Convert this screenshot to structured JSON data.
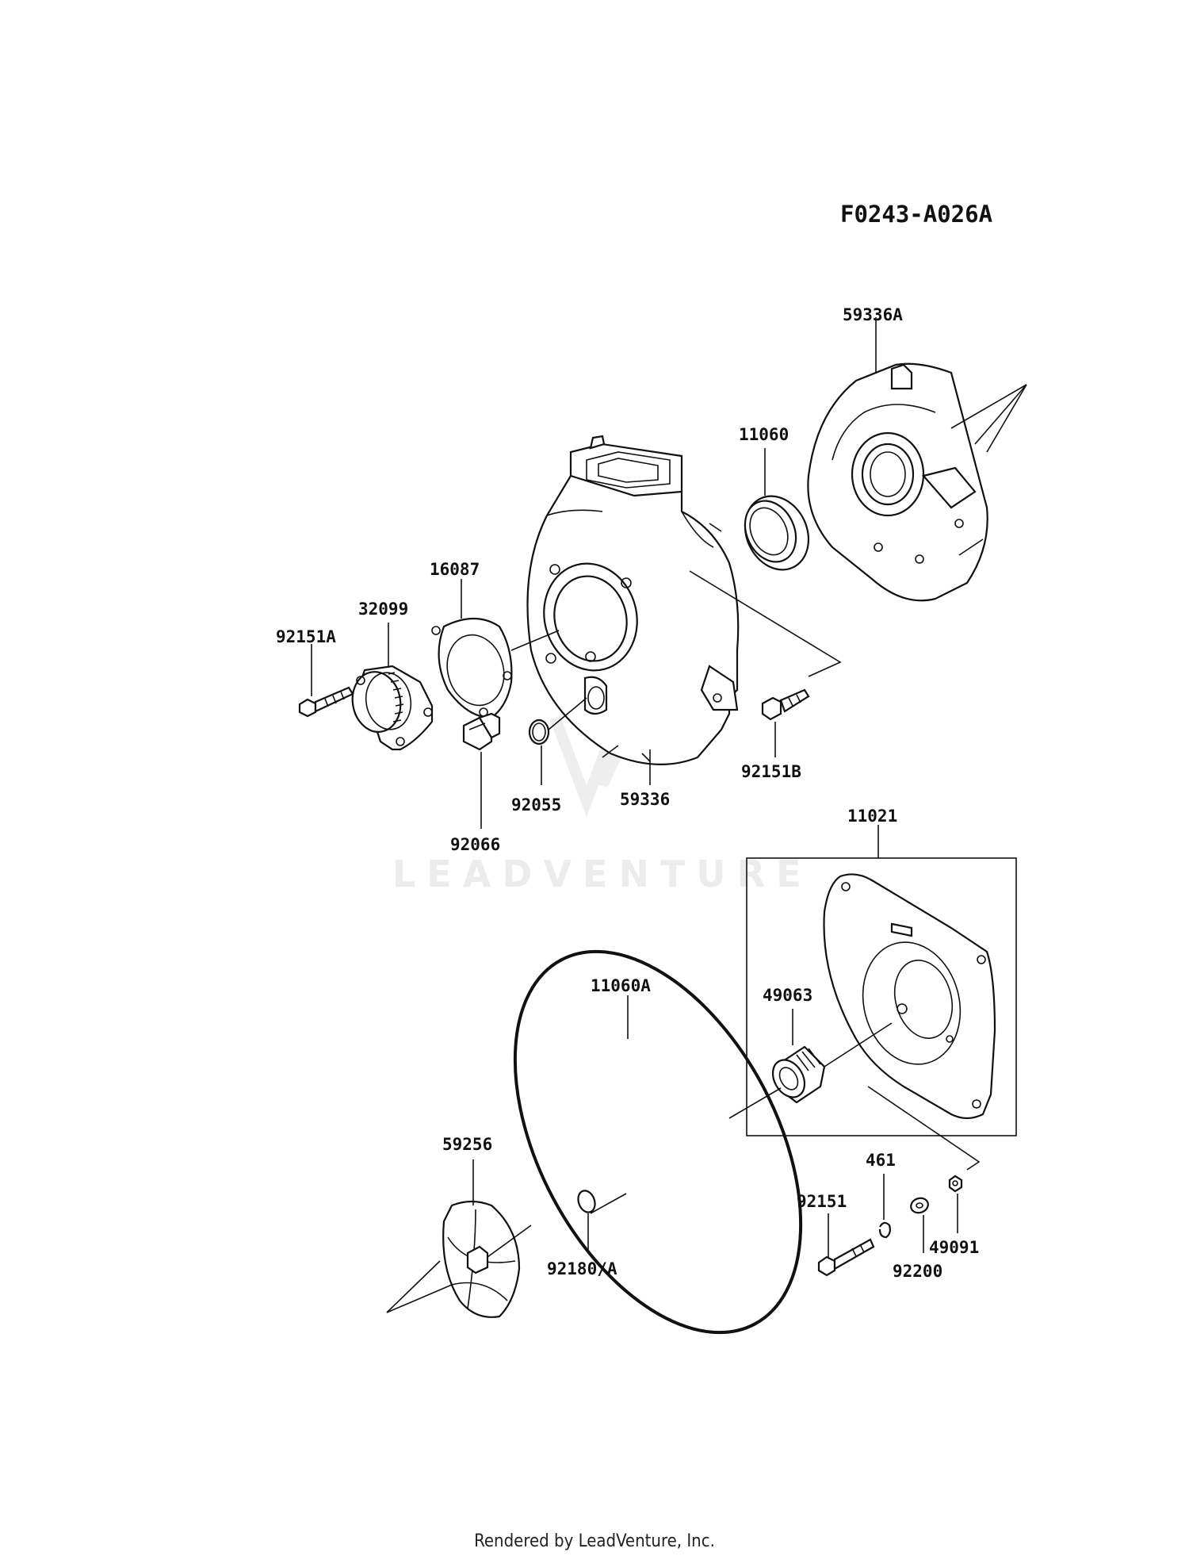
{
  "diagram_code": "F0243-A026A",
  "watermark": "LEADVENTURE",
  "footer": "Rendered by LeadVenture, Inc.",
  "parts": [
    {
      "id": "p59336A",
      "label": "59336A"
    },
    {
      "id": "p11060",
      "label": "11060"
    },
    {
      "id": "p16087",
      "label": "16087"
    },
    {
      "id": "p32099",
      "label": "32099"
    },
    {
      "id": "p92151A",
      "label": "92151A"
    },
    {
      "id": "p92055",
      "label": "92055"
    },
    {
      "id": "p59336",
      "label": "59336"
    },
    {
      "id": "p92151B",
      "label": "92151B"
    },
    {
      "id": "p92066",
      "label": "92066"
    },
    {
      "id": "p11021",
      "label": "11021"
    },
    {
      "id": "p11060A",
      "label": "11060A"
    },
    {
      "id": "p49063",
      "label": "49063"
    },
    {
      "id": "p59256",
      "label": "59256"
    },
    {
      "id": "p461",
      "label": "461"
    },
    {
      "id": "p92151",
      "label": "92151"
    },
    {
      "id": "p92180A",
      "label": "92180/A"
    },
    {
      "id": "p49091",
      "label": "49091"
    },
    {
      "id": "p92200",
      "label": "92200"
    }
  ]
}
